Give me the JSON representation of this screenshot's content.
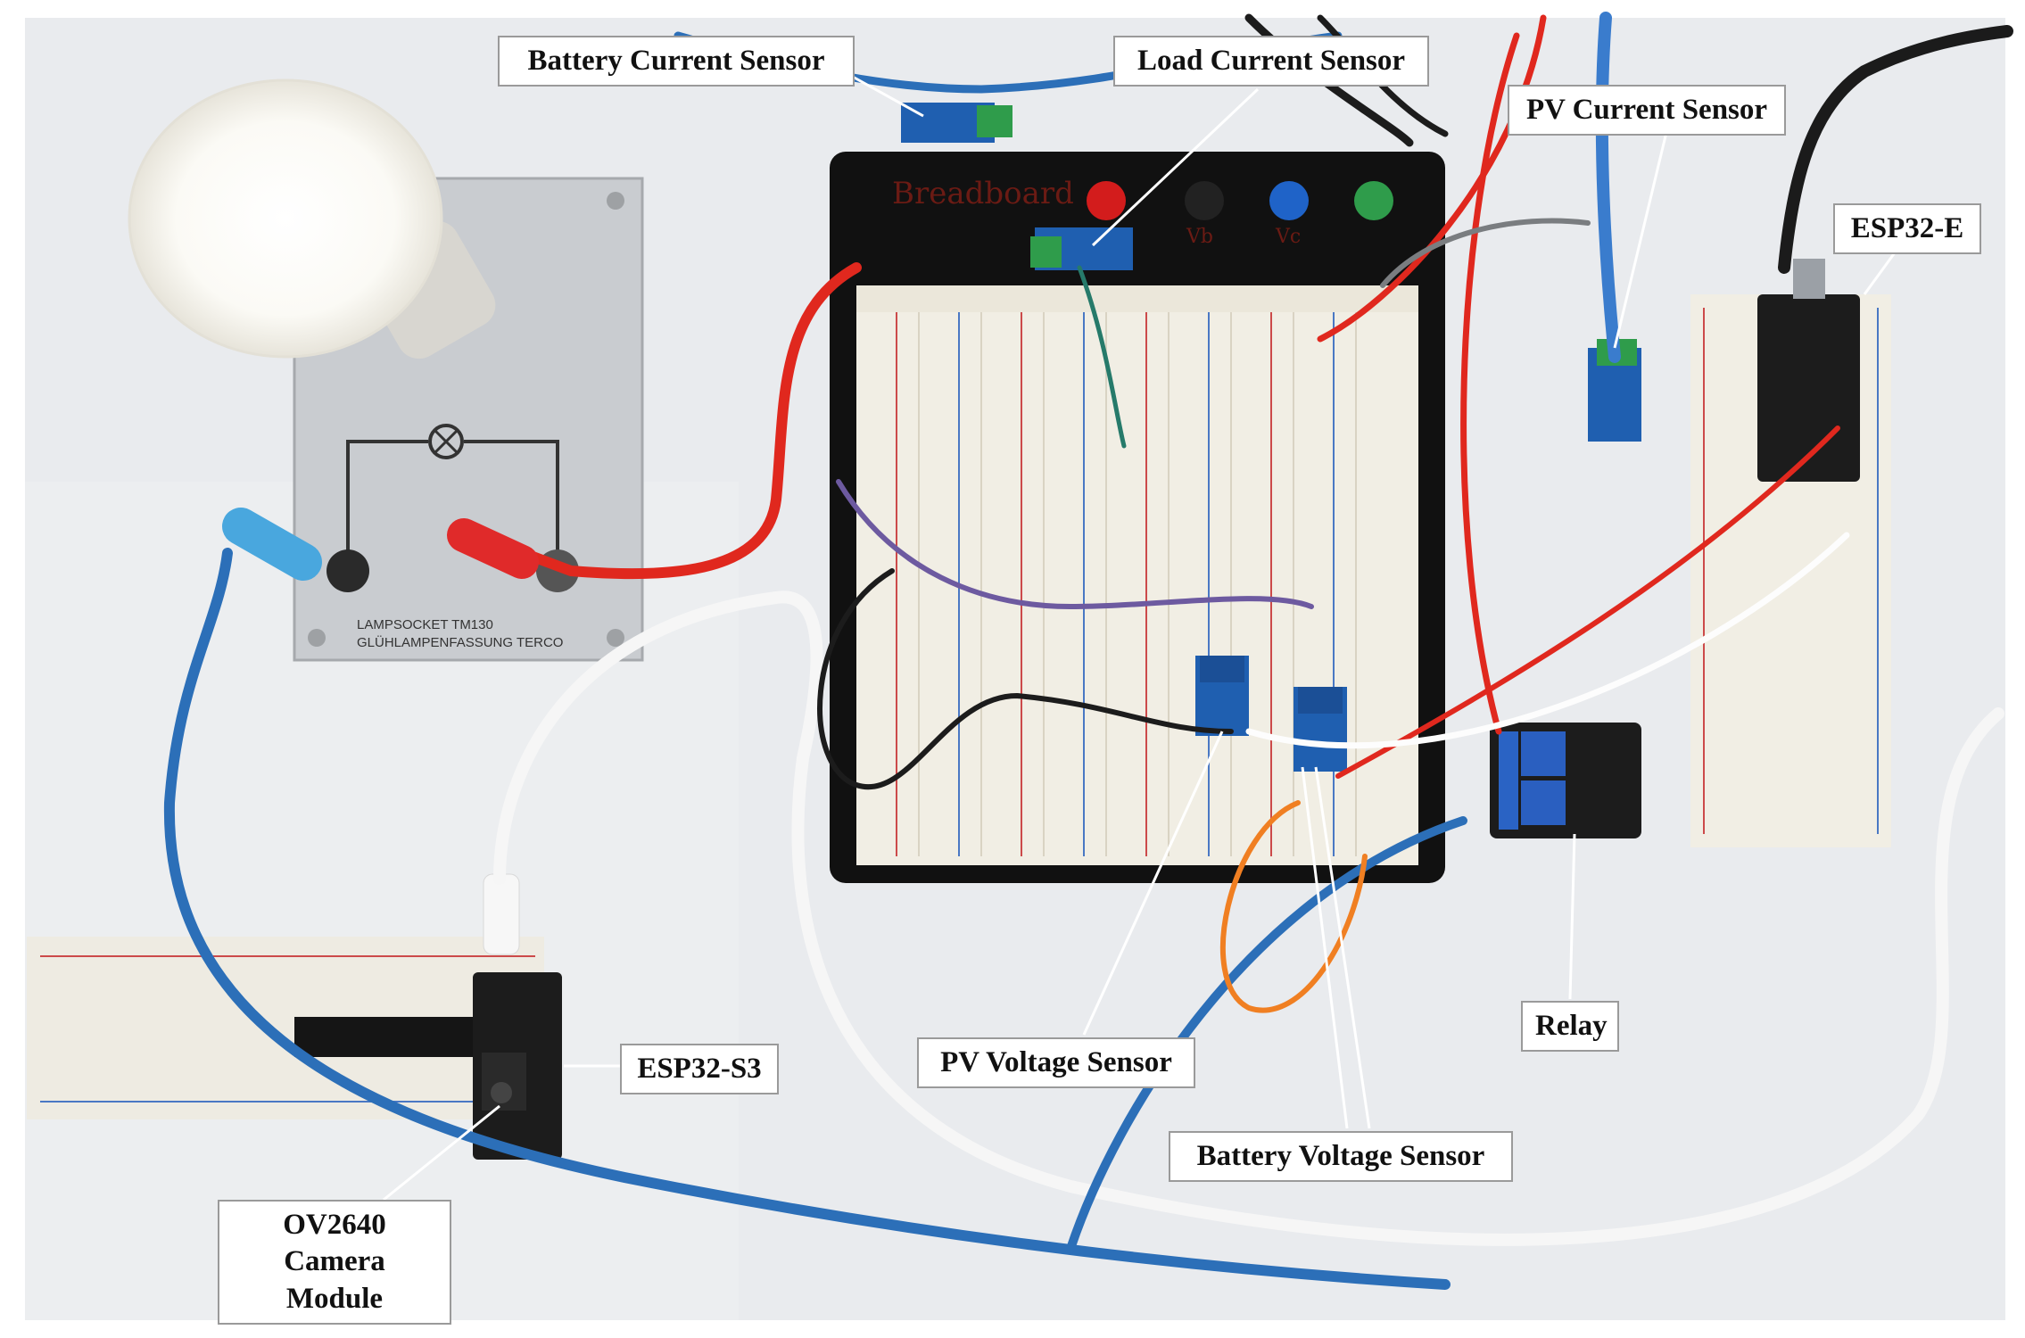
{
  "labels": {
    "battery_current_sensor": "Battery Current Sensor",
    "load_current_sensor": "Load Current Sensor",
    "pv_current_sensor": "PV Current Sensor",
    "esp32_e": "ESP32-E",
    "esp32_s3": "ESP32-S3",
    "ov2640_line1": "OV2640",
    "ov2640_line2": "Camera Module",
    "pv_voltage_sensor": "PV Voltage Sensor",
    "battery_voltage_sensor": "Battery Voltage Sensor",
    "relay": "Relay"
  },
  "prints": {
    "breadboard": "Breadboard",
    "terminal_vb": "Vb",
    "terminal_vc": "Vc",
    "lamp_socket_line1": "LAMPSOCKET   TM130",
    "lamp_socket_line2": "GLÜHLAMPENFASSUNG   TERCO"
  },
  "colors": {
    "wall": "#e9ebee",
    "board_black": "#111111",
    "breadboard": "#f1eee4",
    "wire_red": "#e0281e",
    "wire_blue": "#2c6fb8",
    "sensor_blue": "#1f5fb0",
    "terminal_green": "#2f9c4b"
  }
}
